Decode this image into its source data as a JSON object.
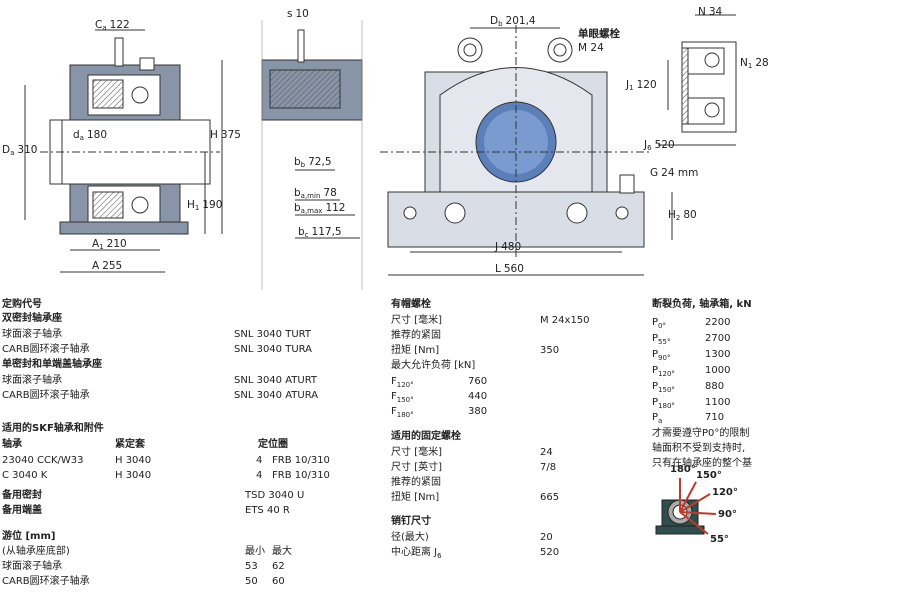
{
  "drawing": {
    "ca": "C",
    "ca_sub": "a",
    "ca_val": "122",
    "s": "s",
    "s_val": "10",
    "db": "D",
    "db_sub": "b",
    "db_val": "201,4",
    "bolt_title": "单眼螺栓",
    "bolt_val": "M 24",
    "N": "N",
    "N_val": "34",
    "N1": "N",
    "N1_sub": "1",
    "N1_val": "28",
    "J1": "J",
    "J1_sub": "1",
    "J1_val": "120",
    "J6": "J",
    "J6_sub": "6",
    "J6_val": "520",
    "G": "G",
    "G_val": "24 mm",
    "H2": "H",
    "H2_sub": "2",
    "H2_val": "80",
    "Da": "D",
    "Da_sub": "a",
    "Da_val": "310",
    "da": "d",
    "da_sub": "a",
    "da_val": "180",
    "H": "H",
    "H_val": "375",
    "H1": "H",
    "H1_sub": "1",
    "H1_val": "190",
    "A1": "A",
    "A1_sub": "1",
    "A1_val": "210",
    "A": "A",
    "A_val": "255",
    "bb": "b",
    "bb_sub": "b",
    "bb_val": "72,5",
    "bamin": "b",
    "bamin_sub": "a,min",
    "bamin_val": "78",
    "bamax": "b",
    "bamax_sub": "a,max",
    "bamax_val": "112",
    "bc": "b",
    "bc_sub": "c",
    "bc_val": "117,5",
    "J": "J",
    "J_val": "480",
    "L": "L",
    "L_val": "560"
  },
  "order": {
    "title": "定购代号",
    "double_title": "双密封轴承座",
    "rows1": [
      {
        "label": "球面滚子轴承",
        "code": "SNL 3040 TURT"
      },
      {
        "label": "CARB圆环滚子轴承",
        "code": "SNL 3040 TURA"
      }
    ],
    "single_title": "单密封和单端盖轴承座",
    "rows2": [
      {
        "label": "球面滚子轴承",
        "code": "SNL 3040 ATURT"
      },
      {
        "label": "CARB圆环滚子轴承",
        "code": "SNL 3040 ATURA"
      }
    ]
  },
  "accessories": {
    "title": "适用的SKF轴承和附件",
    "col_bearing": "轴承",
    "col_sleeve": "紧定套",
    "col_ring": "定位圈",
    "rows": [
      {
        "bearing": "23040 CCK/W33",
        "sleeve": "H 3040",
        "qty": "4",
        "ring": "FRB 10/310"
      },
      {
        "bearing": "C 3040 K",
        "sleeve": "H 3040",
        "qty": "4",
        "ring": "FRB 10/310"
      }
    ],
    "seal_label": "备用密封",
    "seal_val": "TSD 3040 U",
    "cover_label": "备用端盖",
    "cover_val": "ETS 40 R"
  },
  "offset": {
    "title": "游位 [mm]",
    "subtitle": "(从轴承座底部)",
    "min": "最小",
    "max": "最大",
    "rows": [
      {
        "label": "球面滚子轴承",
        "min": "53",
        "max": "62"
      },
      {
        "label": "CARB圆环滚子轴承",
        "min": "50",
        "max": "60"
      }
    ]
  },
  "cap_bolts": {
    "title": "有帽螺栓",
    "size_label": "尺寸 [毫米]",
    "size_val": "M 24x150",
    "torque_title": "推荐的紧固",
    "torque_label": "扭矩 [Nm]",
    "torque_val": "350",
    "load_title": "最大允许负荷 [kN]",
    "loads": [
      {
        "F": "F",
        "sub": "120°",
        "val": "760"
      },
      {
        "F": "F",
        "sub": "150°",
        "val": "440"
      },
      {
        "F": "F",
        "sub": "180°",
        "val": "380"
      }
    ]
  },
  "fix_bolts": {
    "title": "适用的固定螺栓",
    "size_mm_label": "尺寸 [毫米]",
    "size_mm_val": "24",
    "size_in_label": "尺寸 [英寸]",
    "size_in_val": "7/8",
    "torque_title": "推荐的紧固",
    "torque_label": "扭矩 [Nm]",
    "torque_val": "665"
  },
  "dowel": {
    "title": "销钉尺寸",
    "diam_label": "径(最大)",
    "diam_val": "20",
    "dist_label": "中心距离 J",
    "dist_sub": "6",
    "dist_val": "520"
  },
  "breaking": {
    "title": "断裂负荷, 轴承箱, kN",
    "rows": [
      {
        "P": "P",
        "sub": "0°",
        "val": "2200"
      },
      {
        "P": "P",
        "sub": "55°",
        "val": "2700"
      },
      {
        "P": "P",
        "sub": "90°",
        "val": "1300"
      },
      {
        "P": "P",
        "sub": "120°",
        "val": "1000"
      },
      {
        "P": "P",
        "sub": "150°",
        "val": "880"
      },
      {
        "P": "P",
        "sub": "180°",
        "val": "1100"
      },
      {
        "P": "P",
        "sub": "a",
        "val": "710"
      }
    ],
    "note1": "才需要遵守P0°的限制",
    "note2": "轴面积不受到支持时,",
    "note3": "只有在轴承座的整个基",
    "angles": [
      "180°",
      "150°",
      "120°",
      "90°",
      "55°"
    ]
  }
}
